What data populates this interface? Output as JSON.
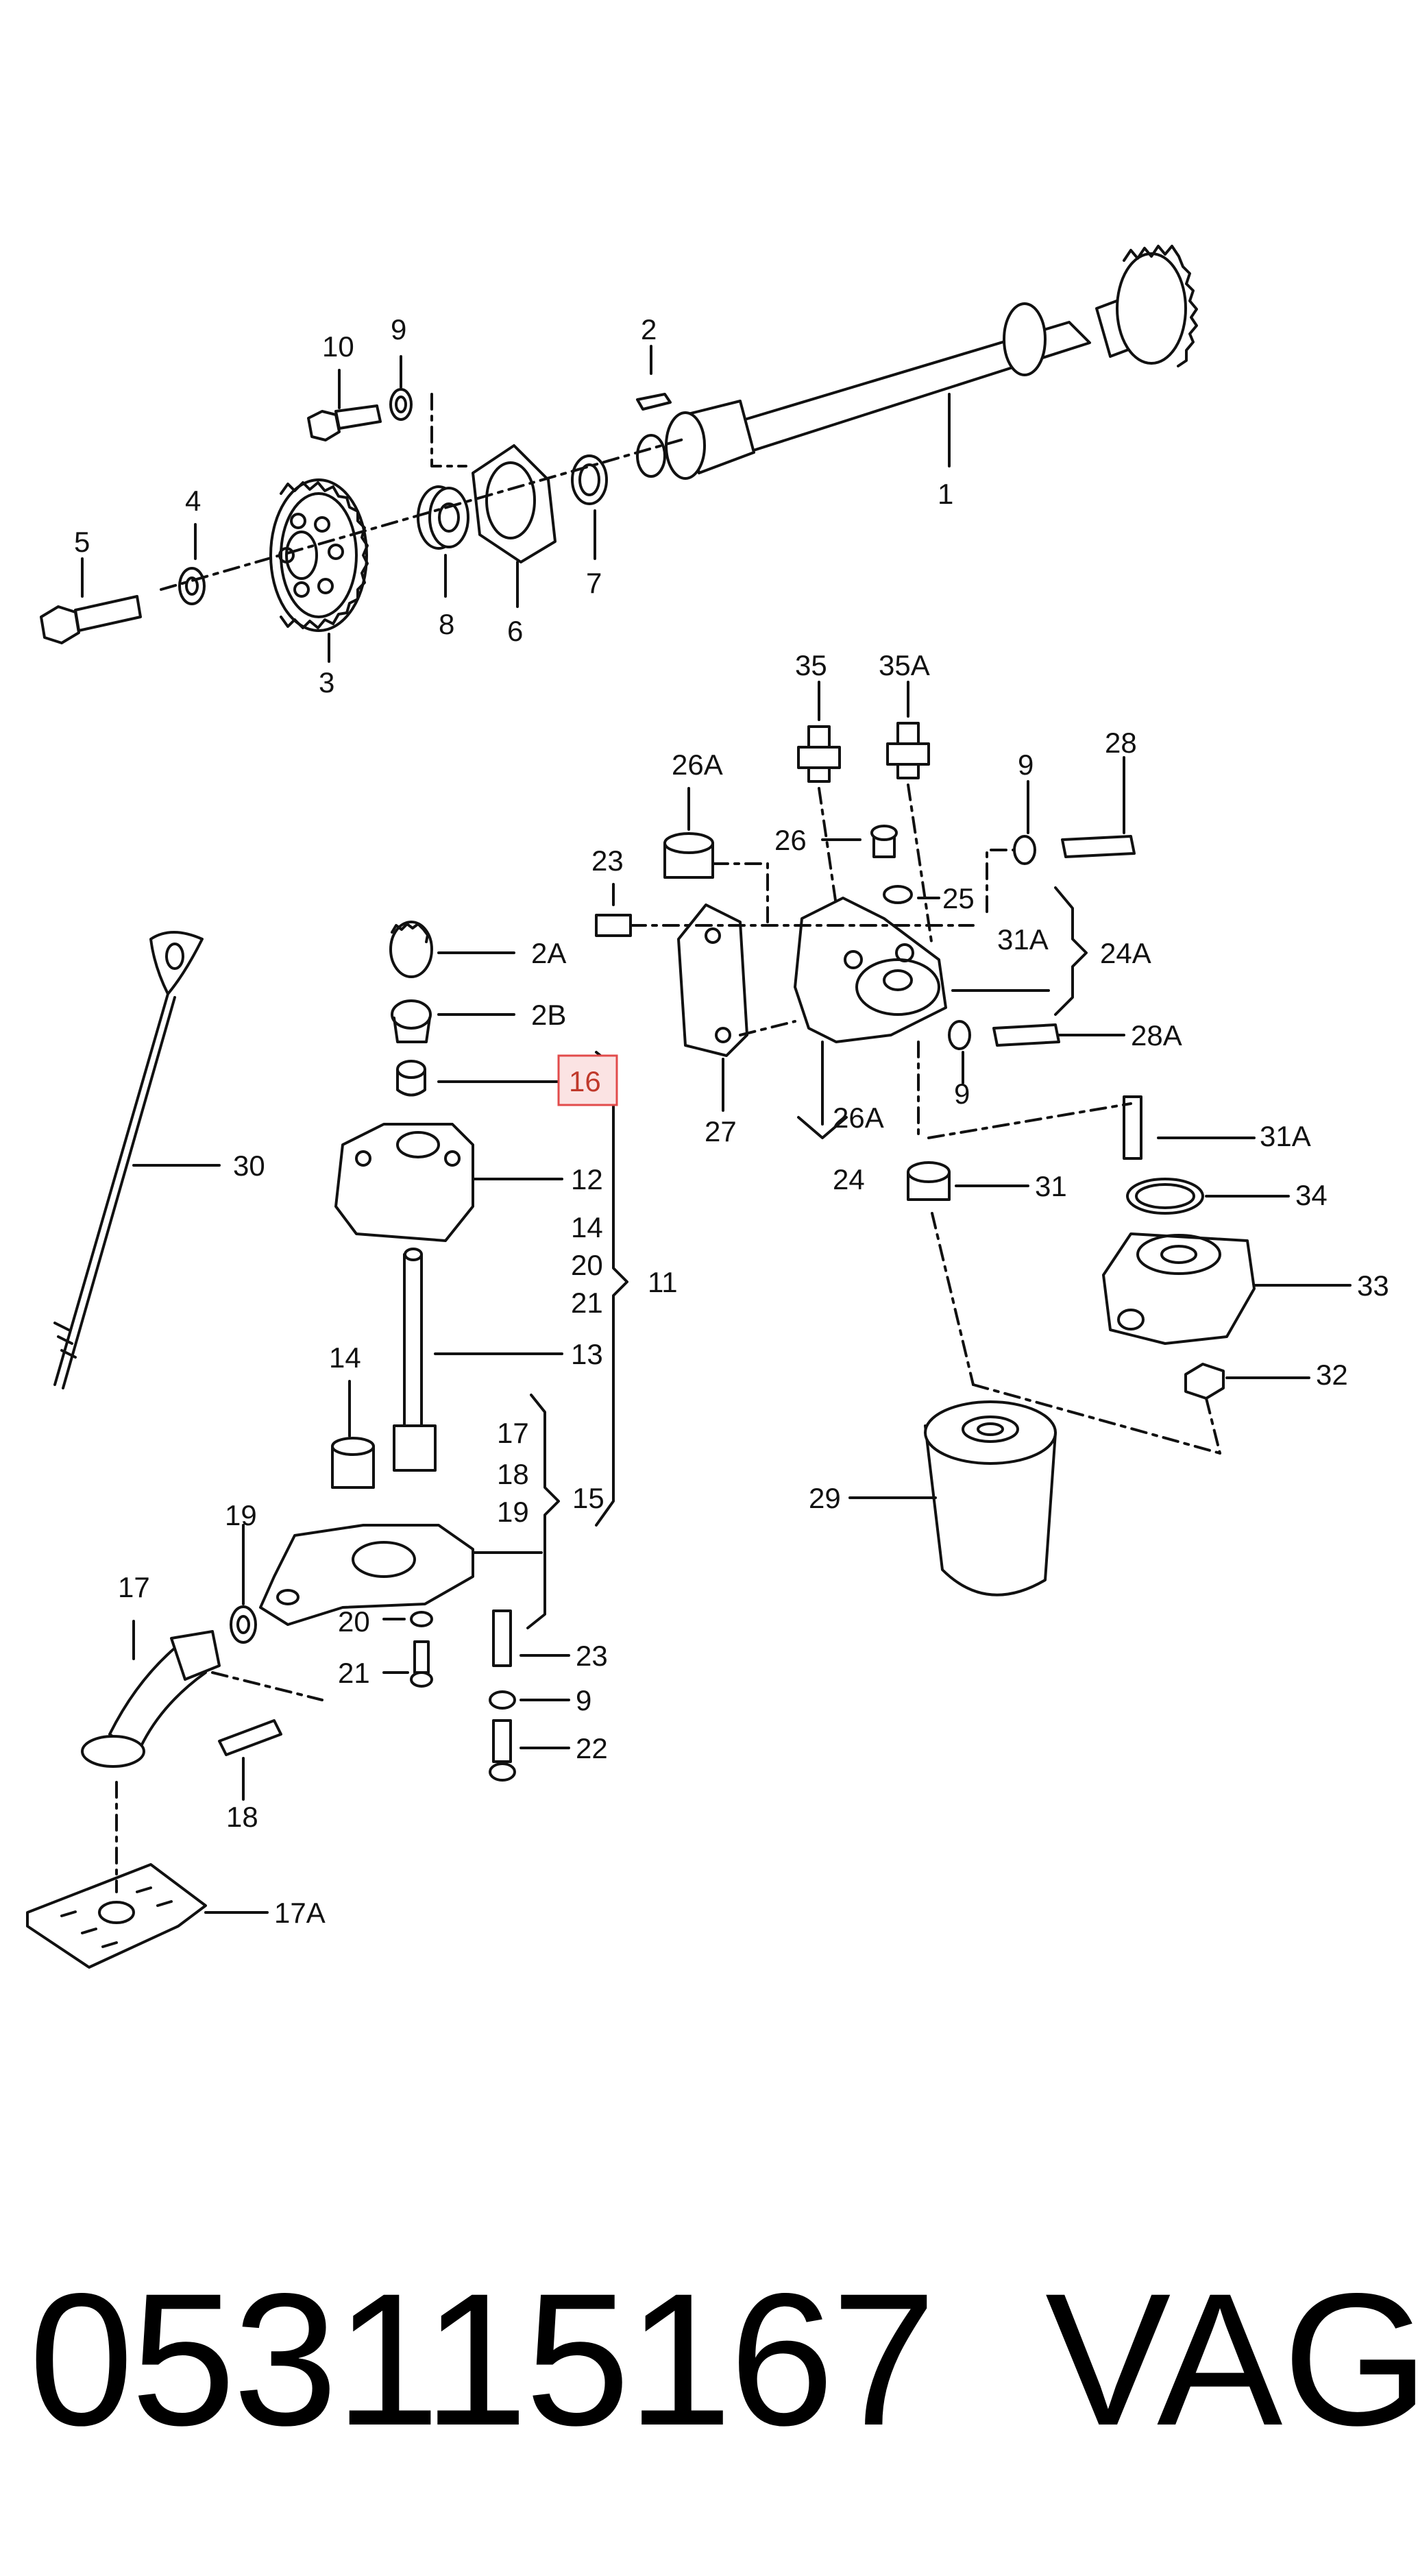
{
  "diagram": {
    "highlight_color": "#e24b4b",
    "line_color": "#111111",
    "labels": [
      "1",
      "2",
      "3",
      "4",
      "5",
      "6",
      "7",
      "8",
      "9",
      "10",
      "35",
      "35A",
      "26A",
      "9",
      "28",
      "23",
      "26",
      "25",
      "31A",
      "24A",
      "2A",
      "2B",
      "16",
      "30",
      "12",
      "14",
      "20",
      "21",
      "11",
      "13",
      "14",
      "17",
      "18",
      "19",
      "15",
      "19",
      "17",
      "20",
      "21",
      "23",
      "9",
      "22",
      "18",
      "17A",
      "27",
      "9",
      "28A",
      "26A",
      "24",
      "31A",
      "31",
      "34",
      "33",
      "32",
      "29"
    ],
    "highlighted_label": "16"
  },
  "footer": {
    "part_number": "053115167",
    "brand": "VAG"
  }
}
